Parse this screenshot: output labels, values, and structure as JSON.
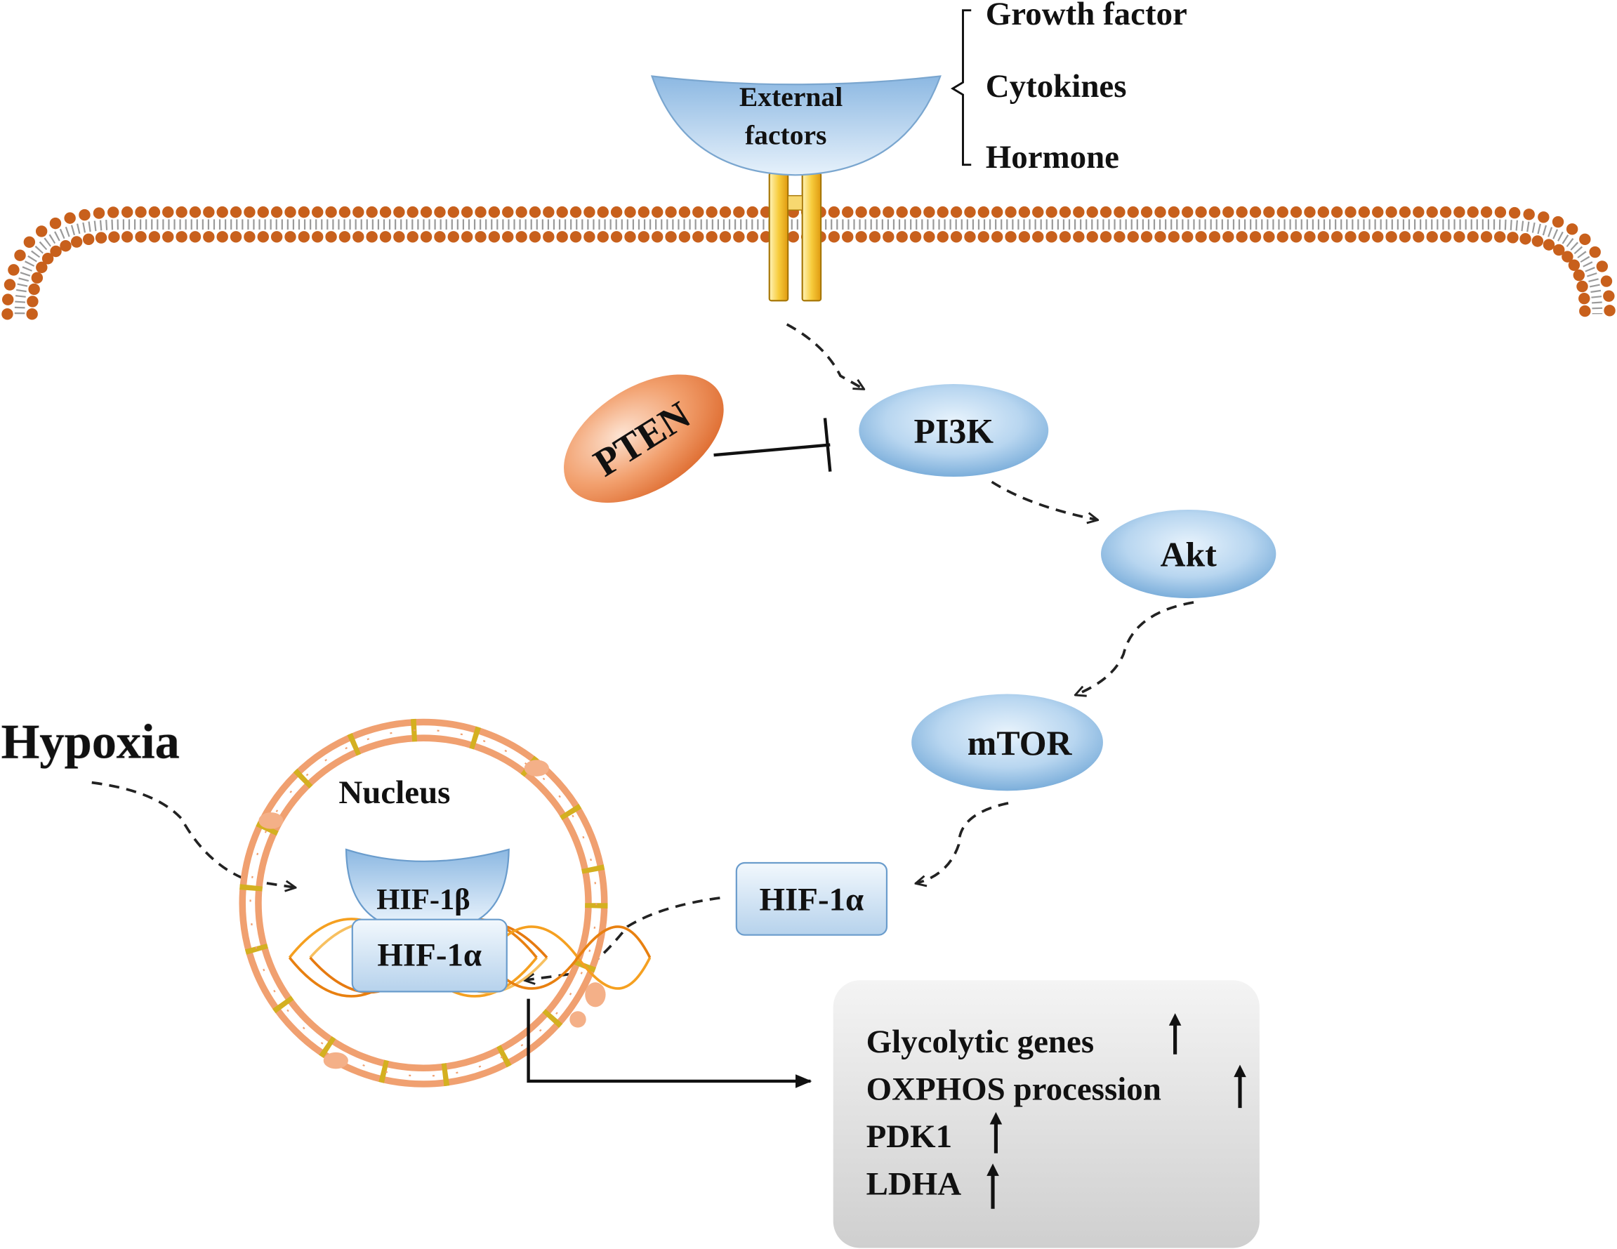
{
  "external_factors": {
    "label_line1": "External",
    "label_line2": "factors",
    "list": [
      "Growth factor",
      "Cytokines",
      "Hormone"
    ]
  },
  "nodes": {
    "pten": "PTEN",
    "pi3k": "PI3K",
    "akt": "Akt",
    "mtor": "mTOR",
    "hif1a_cyto": "HIF-1α"
  },
  "hypoxia": "Hypoxia",
  "nucleus": {
    "label": "Nucleus",
    "hif1b": "HIF-1β",
    "hif1a": "HIF-1α"
  },
  "outcomes": {
    "items": [
      "Glycolytic genes",
      "OXPHOS procession",
      "PDK1",
      "LDHA"
    ],
    "indicator": "up"
  },
  "colors": {
    "membrane": "#c8601c",
    "node_blue": "#9cc4e8",
    "pten": "#ec8a55",
    "receptor": "#f5c020",
    "nucleus_ring": "#f0a070",
    "outcome_box": "#e2e2e2"
  },
  "icons": {
    "arrow_type": "dashed-arrow",
    "inhibition": "t-bar",
    "indicator": "up-arrow"
  }
}
